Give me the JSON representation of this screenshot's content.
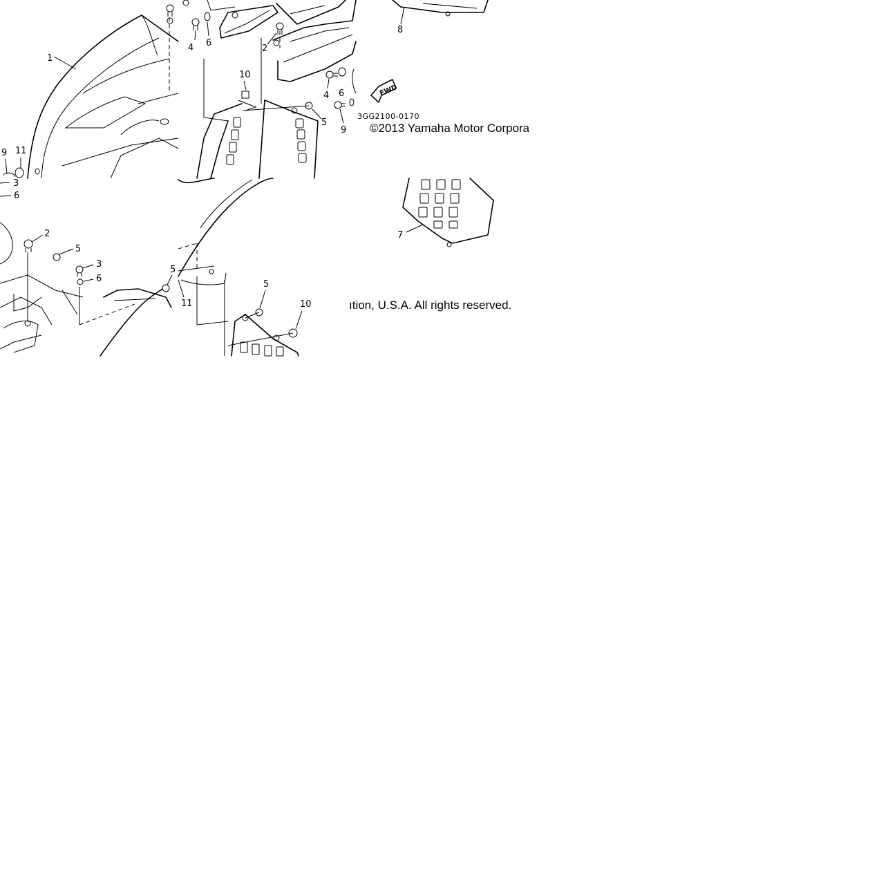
{
  "diagram": {
    "callouts": {
      "tl_1": "1",
      "tl_2": "2",
      "tl_4": "4",
      "tl_6": "6",
      "tl_9": "9",
      "tl_11": "11",
      "tl_3": "3",
      "tl_6b": "6",
      "tl_10": "10",
      "tl_5": "5",
      "tr_8": "8",
      "tr_4": "4",
      "tr_6": "6",
      "tr_9": "9",
      "bl_2": "2",
      "bl_5": "5",
      "bl_3": "3",
      "bl_6": "6",
      "bl_5b": "5",
      "bl_11": "11",
      "br_7": "7",
      "br_5": "5",
      "br_10": "10"
    },
    "drawing_code": "3GG2100-0170",
    "fwd_label": "FWD",
    "copyright_line_1": "©2013 Yamaha Motor Corpora",
    "copyright_line_2": "ıtion, U.S.A. All rights reserved."
  }
}
